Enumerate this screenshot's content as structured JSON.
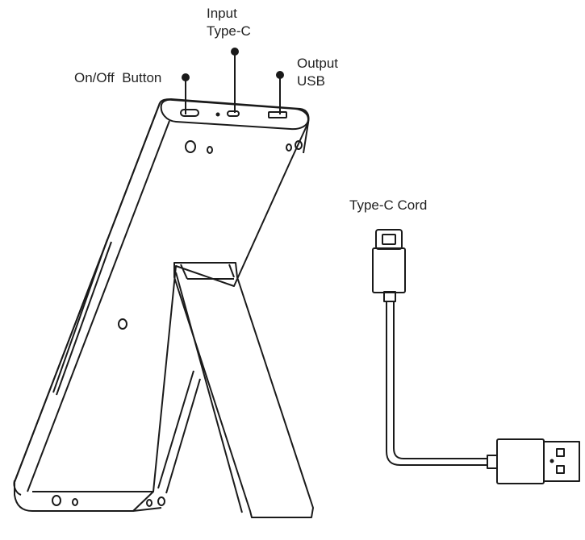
{
  "labels": {
    "input_line1": "Input",
    "input_line2": "Type-C",
    "onoff": "On/Off  Button",
    "output_line1": "Output",
    "output_line2": "USB",
    "cord": "Type-C Cord"
  },
  "colors": {
    "stroke": "#1a1a1a",
    "background": "#ffffff"
  }
}
